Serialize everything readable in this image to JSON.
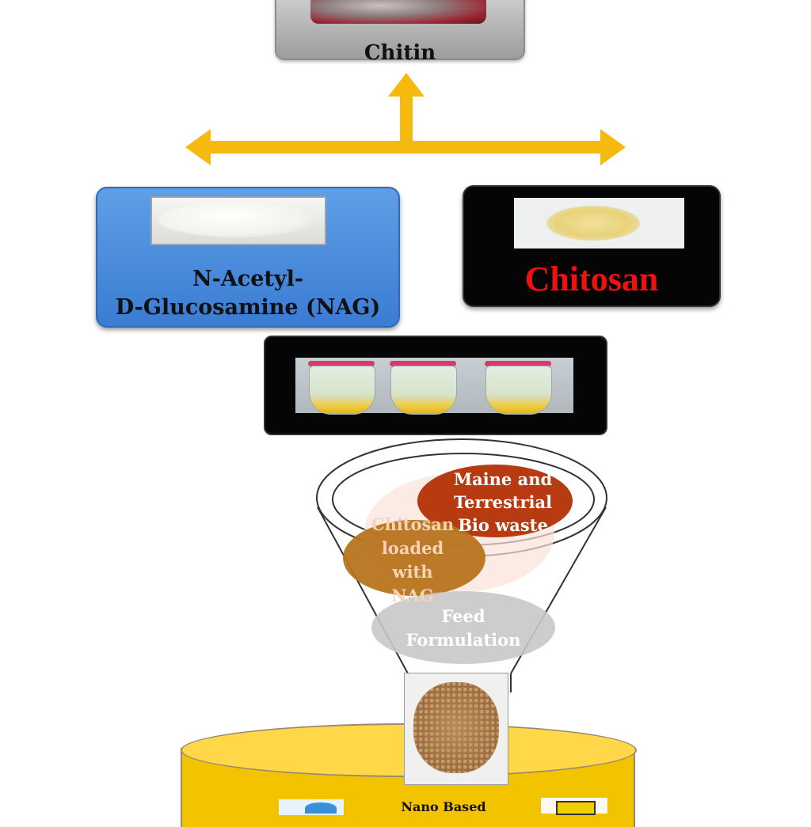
{
  "nodes": {
    "chitin": {
      "label": "Chitin"
    },
    "nag": {
      "label_line1": "N-Acetyl-",
      "label_line2": "D-Glucosamine (NAG)"
    },
    "chitosan": {
      "label": "Chitosan"
    },
    "funnel": {
      "marine": {
        "line1": "Maine and",
        "line2": "Terrestrial",
        "line3": "Bio waste"
      },
      "chitosan_nag": {
        "line1": "Chitosan",
        "line2": "loaded",
        "line3": "with",
        "line4": "NAG"
      },
      "feed": {
        "line1": "Feed",
        "line2": "Formulation"
      }
    },
    "base": {
      "label": "Nano Based"
    }
  },
  "colors": {
    "arrow": "#f6b90d",
    "chitosan_text": "#ee1111",
    "nag_box": "#4a8ee0",
    "base": "#f4c300"
  }
}
